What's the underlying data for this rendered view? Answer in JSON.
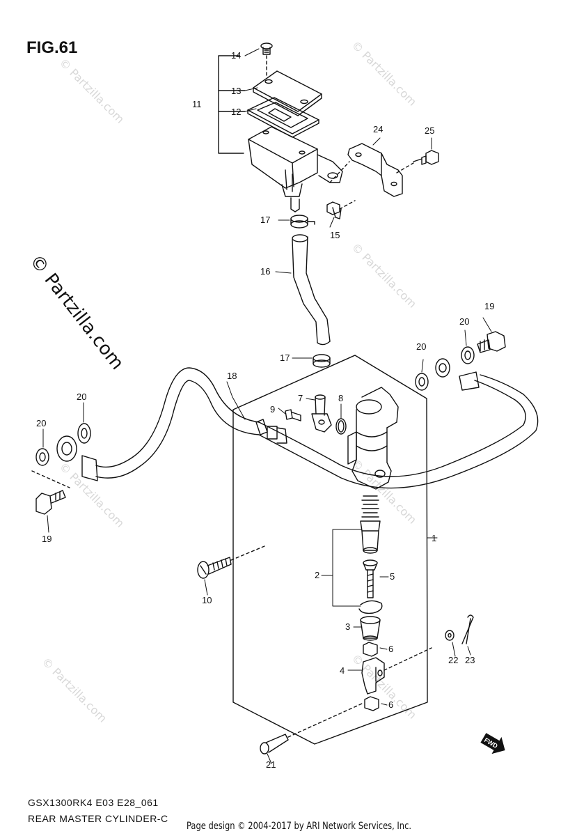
{
  "figure": {
    "title": "FIG.61"
  },
  "watermark": {
    "text": "© Partzilla.com"
  },
  "labels": {
    "l1": "1",
    "l2": "2",
    "l3": "3",
    "l4": "4",
    "l5": "5",
    "l6a": "6",
    "l6b": "6",
    "l7": "7",
    "l8": "8",
    "l9": "9",
    "l10": "10",
    "l11": "11",
    "l12": "12",
    "l13": "13",
    "l14": "14",
    "l15": "15",
    "l16": "16",
    "l17a": "17",
    "l17b": "17",
    "l18": "18",
    "l19a": "19",
    "l19b": "19",
    "l20a": "20",
    "l20b": "20",
    "l20c": "20",
    "l20d": "20",
    "l21": "21",
    "l22": "22",
    "l23": "23",
    "l24": "24",
    "l25": "25"
  },
  "fwd_label": "FWD",
  "footer": {
    "code": "GSX1300RK4 E03 E28_061",
    "name": "REAR MASTER CYLINDER-C",
    "credit": "Page design © 2004-2017 by ARI Network Services, Inc."
  }
}
